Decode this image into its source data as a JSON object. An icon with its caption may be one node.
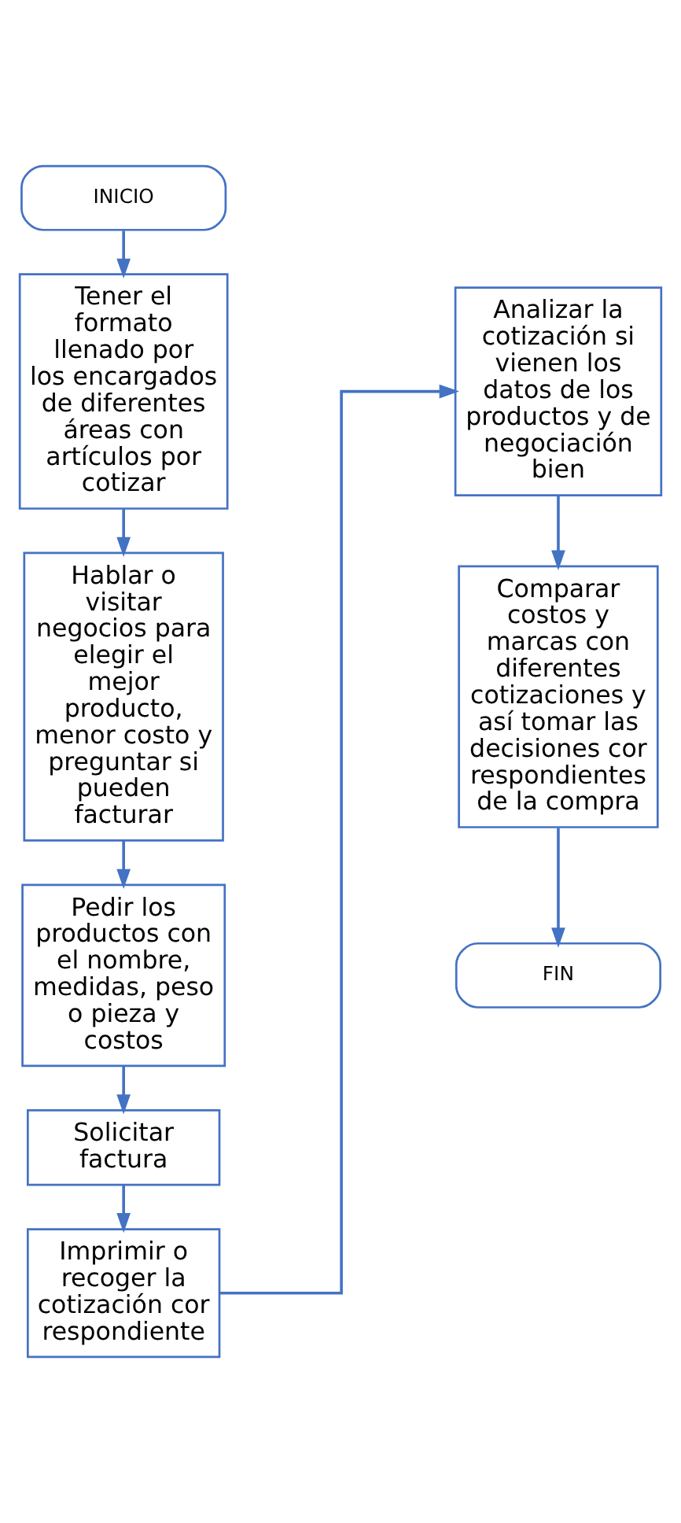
{
  "diagram": {
    "nodes": [
      {
        "text": [
          "INICIO"
        ]
      },
      {
        "text": [
          "Tener el formato llenado por los encargados de diferentes áreas con artículos por cotizar"
        ]
      },
      {
        "text": [
          "Hablar o visitar negocios para elegir el mejor producto, menor costo y preguntar si pueden facturar"
        ]
      },
      {
        "text": [
          "Pedir los productos con el nombre, medidas, peso o pieza y costos"
        ]
      },
      {
        "text": [
          "Solicitar factura"
        ]
      },
      {
        "text": [
          "Imprimir o recoger la cotización correspondiente"
        ]
      },
      {
        "text": [
          "Analizar la cotización si vienen los datos de los productos y de negociación bien"
        ]
      },
      {
        "text": [
          "Comparar costos y marcas con diferentes cotizaciones y así tomar las decisiones correspondientes de la compra"
        ]
      },
      {
        "text": [
          "FIN"
        ]
      }
    ],
    "edges": [
      {
        "from": 0,
        "to": 1,
        "arrow": "to"
      },
      {
        "from": 1,
        "to": 2,
        "arrow": "to"
      },
      {
        "from": 2,
        "to": 3,
        "arrow": "to"
      },
      {
        "from": 3,
        "to": 4,
        "arrow": "to"
      },
      {
        "from": 4,
        "to": 5,
        "arrow": "to"
      },
      {
        "from": 5,
        "to": 6,
        "arrow": "to"
      },
      {
        "from": 6,
        "to": 7,
        "arrow": "to"
      },
      {
        "from": 7,
        "to": 8,
        "arrow": "to"
      }
    ]
  }
}
